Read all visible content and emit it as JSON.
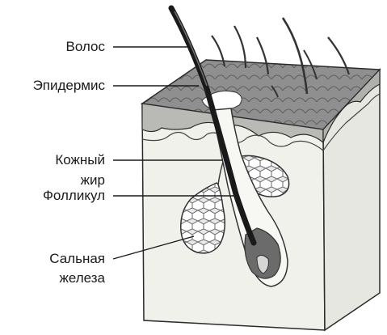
{
  "labels": {
    "hair": "Волос",
    "epidermis": "Эпидермис",
    "skin_fat_line1": "Кожный",
    "skin_fat_line2": "жир",
    "follicle": "Фолликул",
    "gland_line1": "Сальная",
    "gland_line2": "железа"
  }
}
